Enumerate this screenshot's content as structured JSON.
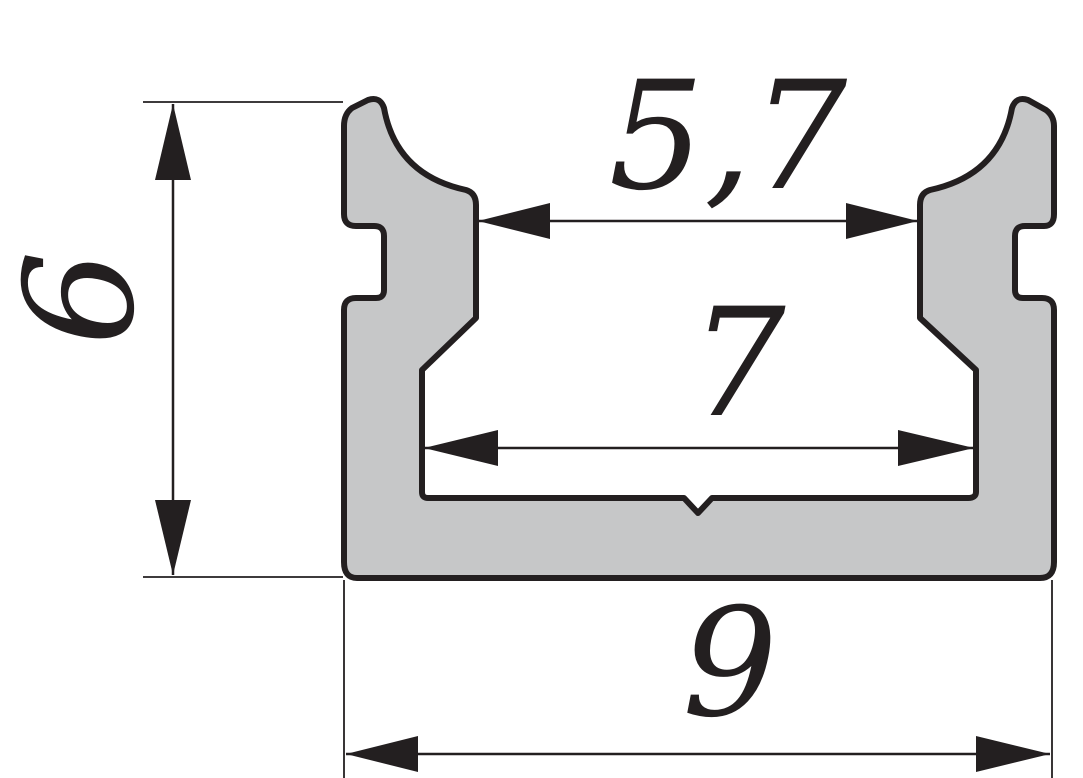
{
  "dimensions": {
    "height": "6",
    "top_inner_width": "5,7",
    "inner_width": "7",
    "outer_width": "9"
  },
  "colors": {
    "profile_fill": "#c6c7c8",
    "line": "#231f20",
    "background": "#ffffff"
  }
}
